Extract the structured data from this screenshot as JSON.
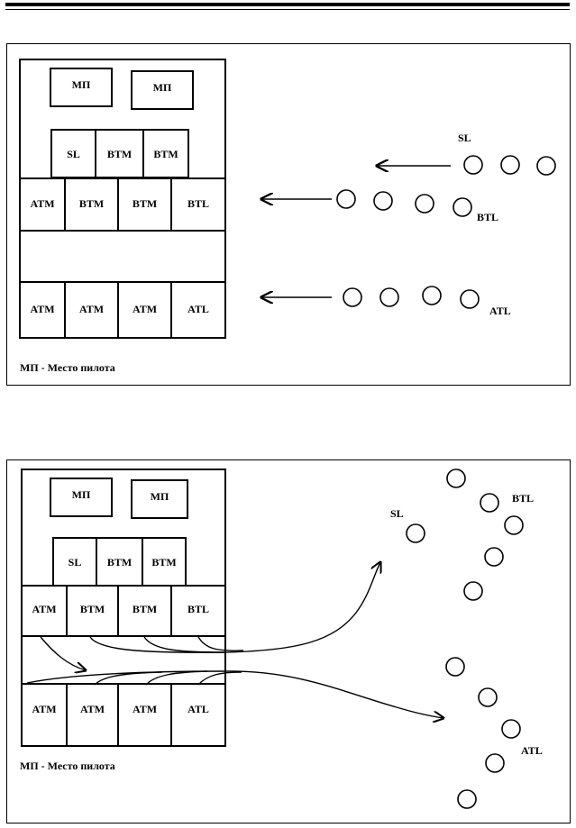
{
  "diagrams": [
    {
      "seats": {
        "pilot_left": "МП",
        "pilot_right": "МП",
        "row2": [
          "SL",
          "BTM",
          "BTM"
        ],
        "row3": [
          "ATM",
          "BTM",
          "BTM",
          "BTL"
        ],
        "row4": [
          "ATM",
          "ATM",
          "ATM",
          "ATL"
        ]
      },
      "legend": "МП - Место пилота",
      "labels": {
        "sl": "SL",
        "btl": "BTL",
        "atl": "ATL"
      }
    },
    {
      "seats": {
        "pilot_left": "МП",
        "pilot_right": "МП",
        "row2": [
          "SL",
          "BTM",
          "BTM"
        ],
        "row3": [
          "ATM",
          "BTM",
          "BTM",
          "BTL"
        ],
        "row4": [
          "ATM",
          "ATM",
          "ATM",
          "ATL"
        ]
      },
      "legend": "МП - Место пилота",
      "labels": {
        "sl": "SL",
        "btl": "BTL",
        "atl": "ATL"
      }
    }
  ]
}
